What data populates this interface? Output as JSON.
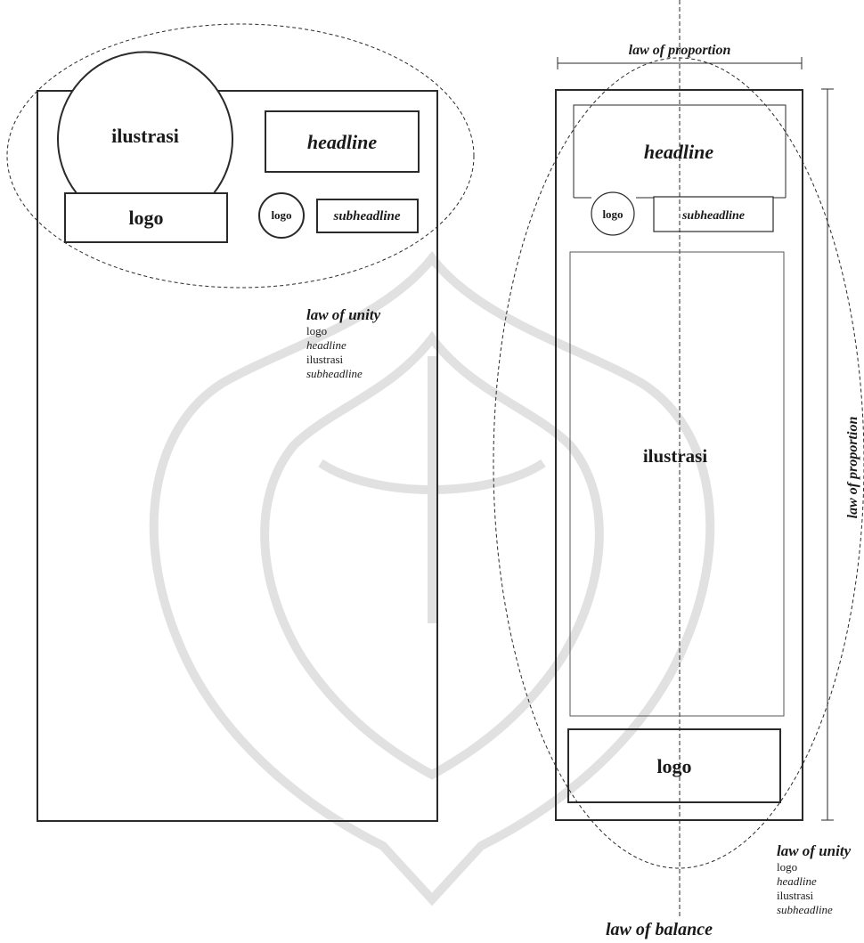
{
  "left_layout": {
    "ilustrasi_label": "ilustrasi",
    "headline_label": "headline",
    "logo_large_label": "logo",
    "logo_small_label": "logo",
    "subheadline_label": "subheadline",
    "unity_note": {
      "title": "law of unity",
      "items": [
        "logo",
        "headline",
        "ilustrasi",
        "subheadline"
      ]
    }
  },
  "right_layout": {
    "proportion_top_label": "law of proportion",
    "proportion_side_label": "law of proportion",
    "headline_label": "headline",
    "logo_small_label": "logo",
    "subheadline_label": "subheadline",
    "ilustrasi_label": "ilustrasi",
    "logo_bottom_label": "logo",
    "balance_label": "law of balance",
    "unity_note": {
      "title": "law of unity",
      "items": [
        "logo",
        "headline",
        "ilustrasi",
        "subheadline"
      ]
    }
  },
  "watermark_icon": "university-emblem-watermark",
  "colors": {
    "line": "#2a2a2a",
    "watermark": "#d9d9d9"
  }
}
